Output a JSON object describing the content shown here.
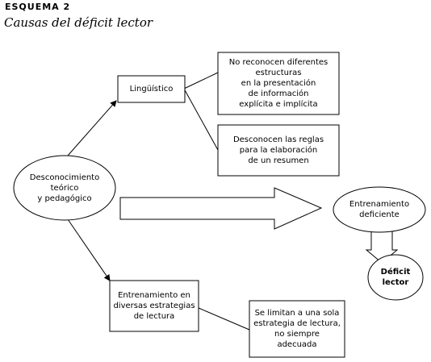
{
  "scheme": {
    "label": "ESQUEMA 2",
    "title": "Causas del déficit lector"
  },
  "nodes": {
    "root": "Desconocimiento\nteórico\ny pedagógico",
    "linguistic": "Lingüístico",
    "structures": "No reconocen diferentes\nestructuras\nen la presentación\nde información\nexplícita e implícita",
    "rules": "Desconocen las reglas\npara la elaboración\nde un resumen",
    "training_strategies": "Entrenamiento en\ndiversas estrategias\nde lectura",
    "single_strategy": "Se limitan a una sola\nestrategia de lectura,\nno siempre\nadecuada",
    "deficient_training": "Entrenamiento\ndeficiente",
    "reading_deficit": "Déficit\nlector"
  }
}
